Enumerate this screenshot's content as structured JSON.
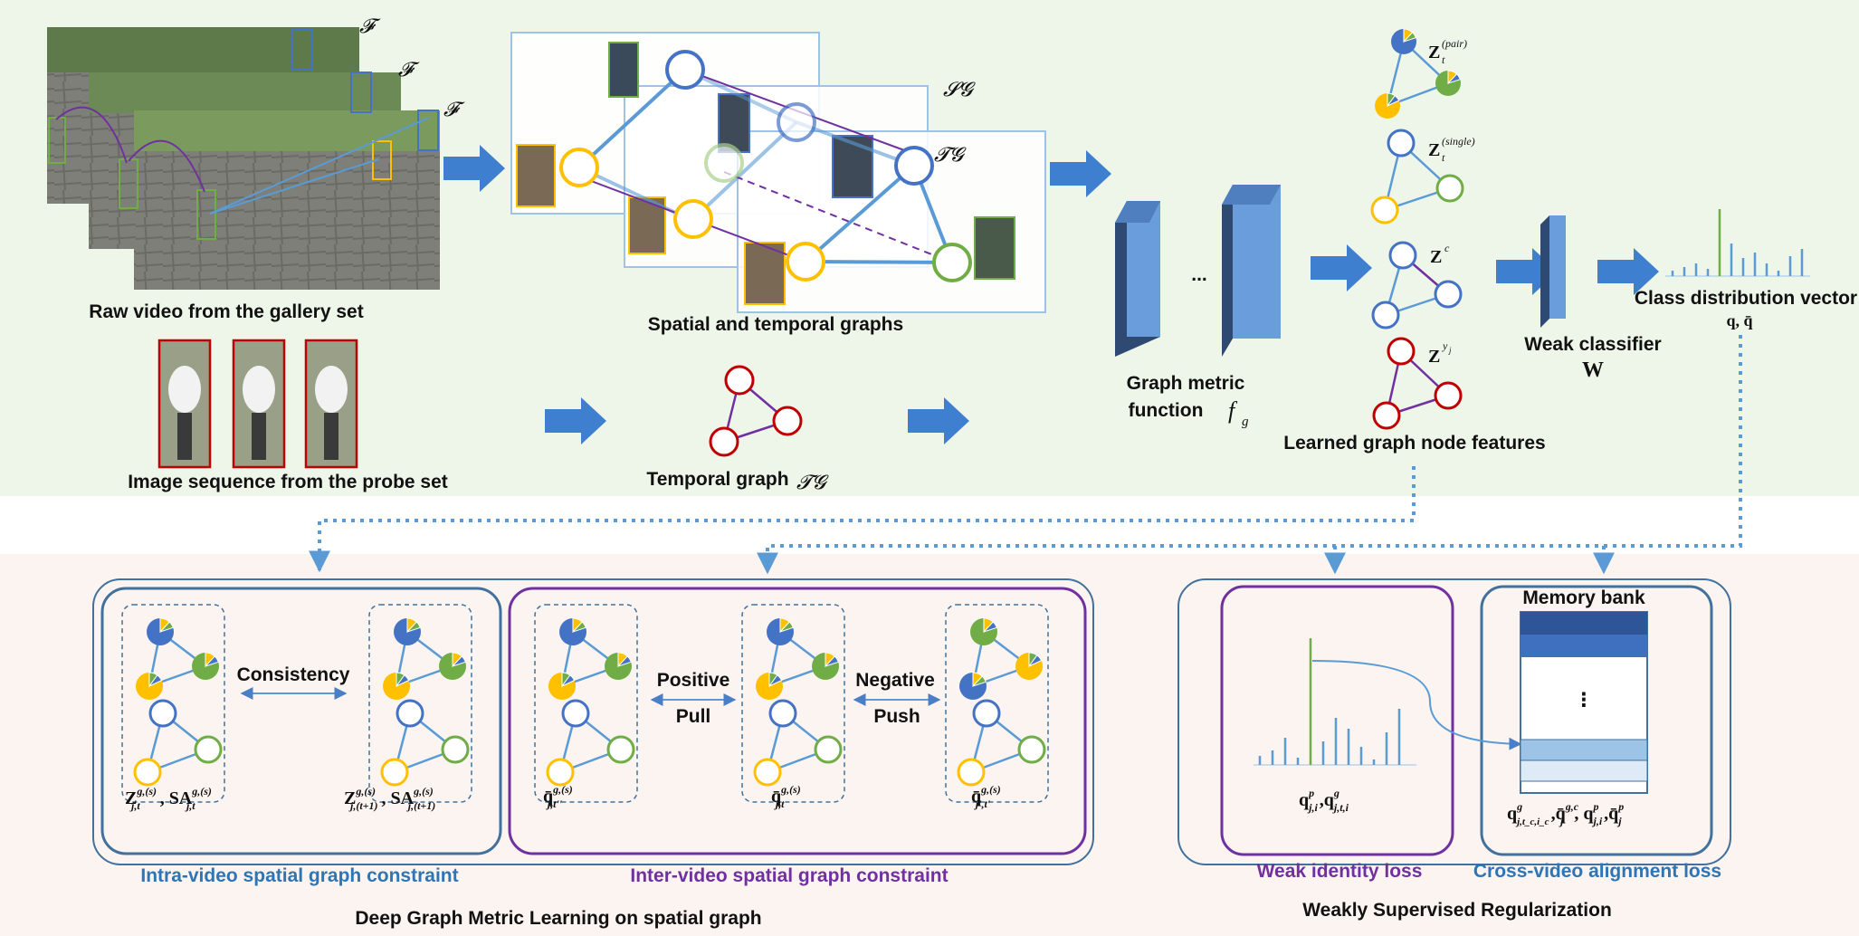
{
  "gallery": {
    "script_label": "𝓕",
    "caption": "Raw video from the gallery set"
  },
  "graphs": {
    "sg_label": "𝓢𝓖",
    "tg_label": "𝓣𝓖",
    "caption": "Spatial and temporal graphs"
  },
  "probe": {
    "caption": "Image sequence from the probe set",
    "temporal_caption": "Temporal graph",
    "temporal_symbol": "𝓣𝓖"
  },
  "metric": {
    "ellipsis": "...",
    "line1": "Graph metric",
    "line2": "function",
    "symbol": "f",
    "sub": "g"
  },
  "features": {
    "caption": "Learned graph node features",
    "z_pair": "(pair)",
    "z_single": "(single)",
    "z_c": "c",
    "z_y": "y",
    "z_y_sub": "j",
    "t_sub": "t"
  },
  "classifier": {
    "caption": "Weak classifier",
    "symbol": "W"
  },
  "cdv": {
    "caption": "Class distribution vector",
    "symbol": "q, q̄"
  },
  "bottom_left": {
    "consistency": "Consistency",
    "positive1": "Positive",
    "positive2": "Pull",
    "negative1": "Negative",
    "negative2": "Push",
    "intra_title": "Intra-video spatial graph constraint",
    "inter_title": "Inter-video spatial graph constraint",
    "section_title": "Deep Graph Metric Learning on spatial graph"
  },
  "bottom_right": {
    "memory_bank": "Memory bank",
    "dots": "⋮",
    "weak_title": "Weak identity loss",
    "cross_title": "Cross-video alignment loss",
    "section_title": "Weakly Supervised Regularization"
  },
  "colors": {
    "green_bg": "#eef6ea",
    "pink_bg": "#fcf4f0",
    "arrow_blue": "#3f7fcf",
    "node_blue": "#4472c4",
    "node_green": "#70ad47",
    "node_yellow": "#ffc000",
    "node_red": "#c00000",
    "purple": "#7030a0",
    "panel_blue": "#41719c"
  }
}
